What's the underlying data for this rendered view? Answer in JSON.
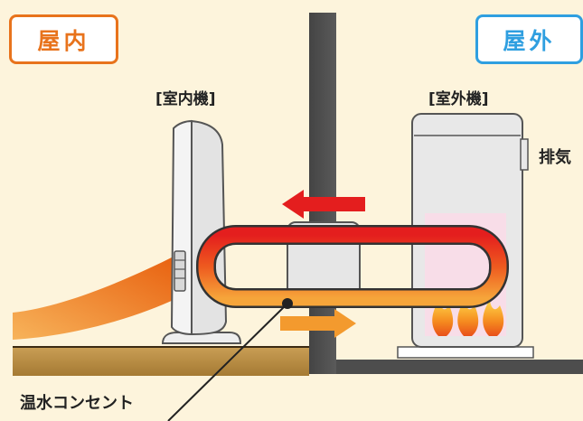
{
  "labels": {
    "indoor": "屋内",
    "outdoor": "屋外",
    "indoor_unit": "[室内機]",
    "outdoor_unit": "[室外機]",
    "exhaust": "排気",
    "outlet": "温水コンセント"
  },
  "colors": {
    "background": "#fdf4dc",
    "indoor_accent": "#e8731c",
    "outdoor_accent": "#2f9fe0",
    "hot_water": "#e41e1e",
    "warm_flow": "#f39a2e",
    "wall": "#4d4d4d",
    "floor": "#b58a41"
  }
}
